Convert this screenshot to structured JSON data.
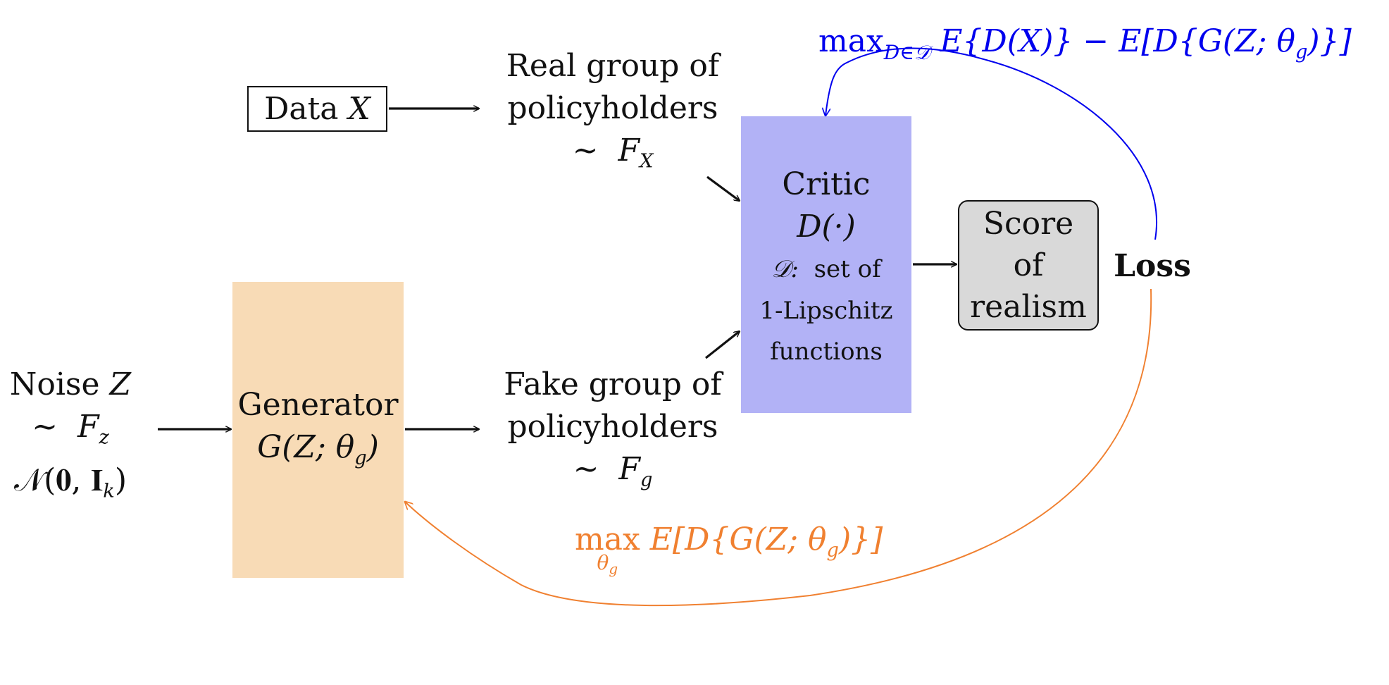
{
  "nodes": {
    "data": {
      "label_prefix": "Data",
      "label_var": "X"
    },
    "real_group": {
      "line1": "Real group of",
      "line2": "policyholders",
      "tilde": "∼",
      "dist": "F",
      "dist_sub": "X"
    },
    "fake_group": {
      "line1": "Fake group of",
      "line2": "policyholders",
      "tilde": "∼",
      "dist": "F",
      "dist_sub": "g"
    },
    "noise": {
      "line1_prefix": "Noise",
      "line1_var": "Z",
      "tilde": "∼",
      "dist": "F",
      "dist_sub": "z",
      "normal": "𝒩(𝟎, 𝐈",
      "normal_sub": "k",
      "normal_close": ")"
    },
    "generator": {
      "title": "Generator",
      "formula": "G(Z; θ",
      "formula_sub": "g",
      "formula_close": ")"
    },
    "critic": {
      "title": "Critic",
      "formula": "D(·)",
      "set_symbol": "𝒟:",
      "line3": "set of",
      "line4": "1-Lipschitz",
      "line5": "functions"
    },
    "score": {
      "line1": "Score",
      "line2": "of",
      "line3": "realism"
    },
    "loss": {
      "label": "Loss"
    }
  },
  "feedback": {
    "critic_objective": {
      "text_max": "max",
      "text_max_sub": "D∈𝒟",
      "text_body": "E{D(X)} − E[D{G(Z; θ",
      "text_body_sub": "g",
      "text_close": ")}]",
      "color": "#0000ee"
    },
    "generator_objective": {
      "text_max": "max",
      "text_max_sub": "θ",
      "text_max_subsub": "g",
      "text_body": "E[D{G(Z; θ",
      "text_body_sub": "g",
      "text_close": ")}]",
      "color": "#f08030"
    }
  },
  "colors": {
    "generator_fill": "#f8dbb6",
    "critic_fill": "#b2b2f6",
    "score_fill": "#d9d9d9",
    "arrow": "#111111"
  }
}
